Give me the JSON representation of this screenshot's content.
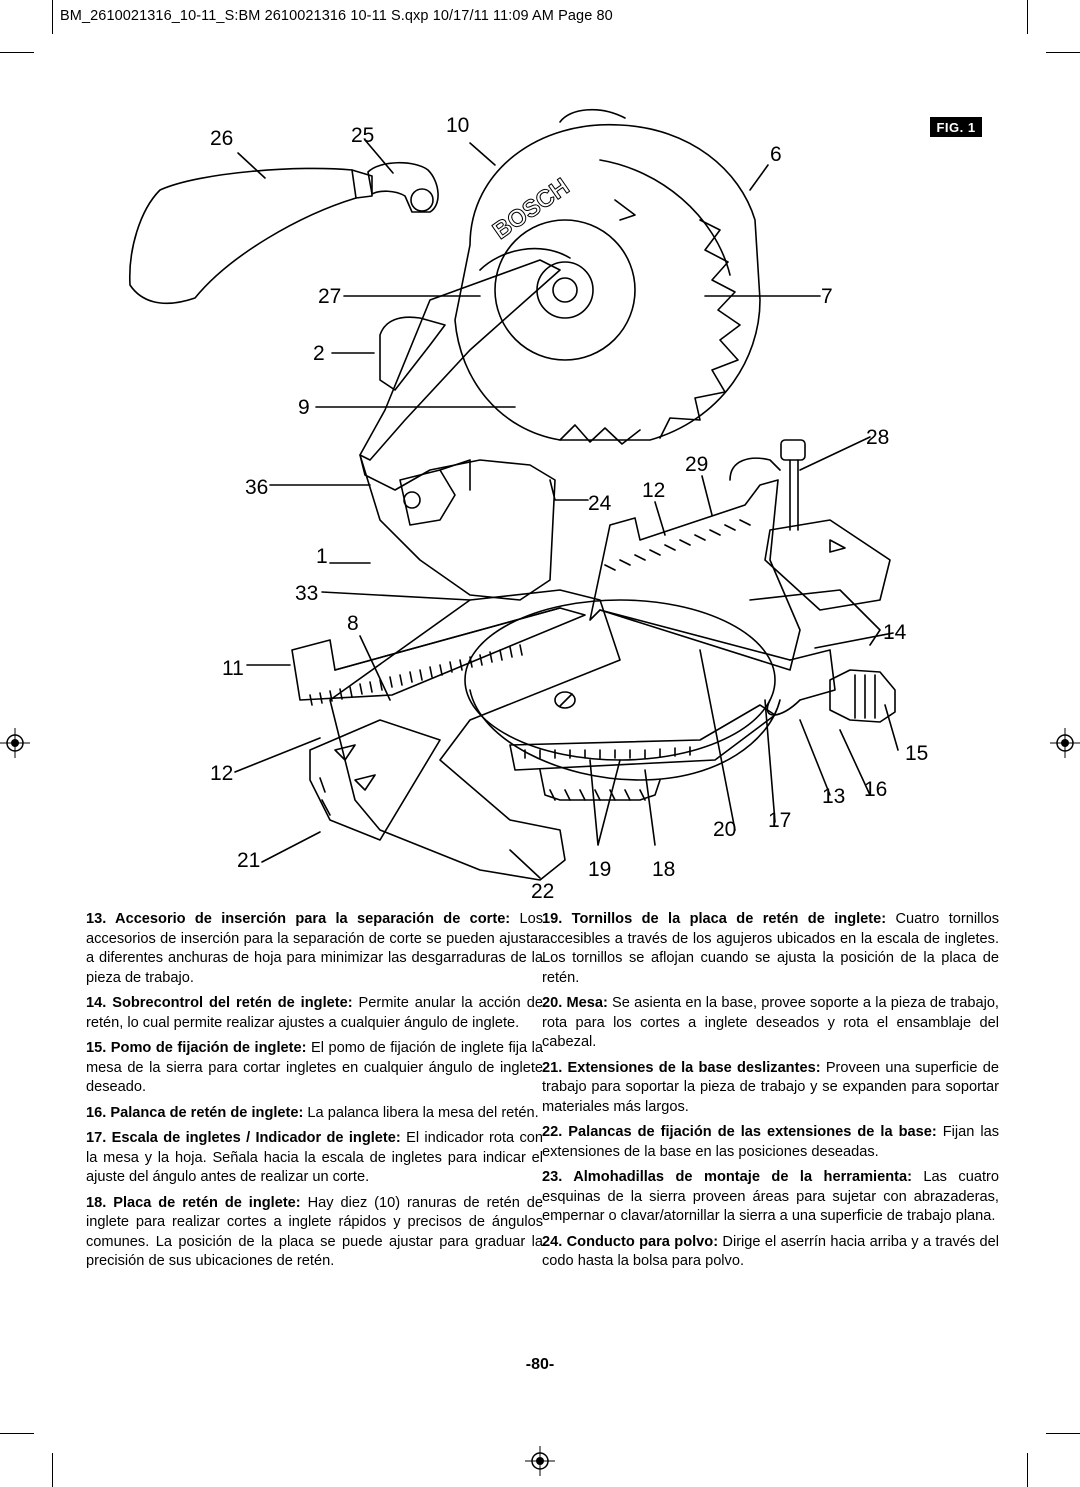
{
  "header": {
    "slug": "BM_2610021316_10-11_S:BM 2610021316 10-11 S.qxp  10/17/11  11:09 AM  Page 80"
  },
  "figure": {
    "tag": "FIG. 1",
    "brand_on_guard": "BOSCH",
    "callouts": [
      "26",
      "25",
      "10",
      "6",
      "27",
      "7",
      "2",
      "9",
      "28",
      "29",
      "36",
      "24",
      "12",
      "1",
      "33",
      "8",
      "14",
      "11",
      "15",
      "12",
      "13",
      "16",
      "17",
      "20",
      "21",
      "19",
      "18",
      "22"
    ]
  },
  "descriptions_left": [
    {
      "term": "13. Accesorio de inserción para la separación de corte:",
      "text": " Los accesorios de inserción para la separación de corte se pueden ajustar a diferentes anchuras de hoja para minimizar las desgarraduras de la pieza de trabajo."
    },
    {
      "term": "14. Sobrecontrol del retén de inglete:",
      "text": " Permite anular la acción de retén, lo cual permite realizar ajustes a cualquier ángulo de inglete."
    },
    {
      "term": "15. Pomo de fijación de inglete:",
      "text": " El pomo de fijación de inglete fija la mesa de la sierra para cortar ingletes en cualquier ángulo de inglete deseado."
    },
    {
      "term": "16. Palanca de retén de inglete:",
      "text": " La palanca libera la mesa del retén."
    },
    {
      "term": "17. Escala de ingletes / Indicador de inglete:",
      "text": " El indicador rota con la mesa y la hoja. Señala hacia la escala de ingletes para indicar el ajuste del ángulo antes de realizar un corte."
    },
    {
      "term": "18. Placa de retén de inglete:",
      "text": " Hay diez (10) ranuras de retén de inglete para realizar cortes a inglete rápidos y precisos de ángulos comunes. La posición de la placa se puede ajustar para graduar la precisión de sus ubicaciones de retén."
    }
  ],
  "descriptions_right": [
    {
      "term": "19. Tornillos de la placa de retén de inglete:",
      "text": " Cuatro tornillos accesibles a través de los agujeros ubicados en la escala de ingletes. Los tornillos se aflojan cuando se ajusta la posición de la placa de retén."
    },
    {
      "term": "20. Mesa:",
      "text": " Se asienta en la base, provee soporte a la pieza de trabajo, rota para los cortes a inglete deseados y rota el ensamblaje del cabezal."
    },
    {
      "term": "21. Extensiones de la base deslizantes:",
      "text": " Proveen una superficie de trabajo para soportar la pieza de trabajo y se expanden para soportar materiales más largos."
    },
    {
      "term": "22. Palancas de fijación de las extensiones de la base:",
      "text": " Fijan las extensiones de la base en las posiciones deseadas."
    },
    {
      "term": "23. Almohadillas de montaje de la herramienta:",
      "text": " Las cuatro esquinas de la sierra proveen áreas para sujetar con abrazaderas, empernar o clavar/atornillar la sierra a una superficie de trabajo plana."
    },
    {
      "term": "24. Conducto para polvo:",
      "text": " Dirige el aserrín hacia arriba y a través del codo hasta la bolsa para polvo."
    }
  ],
  "footer": {
    "page_number": "-80-"
  }
}
